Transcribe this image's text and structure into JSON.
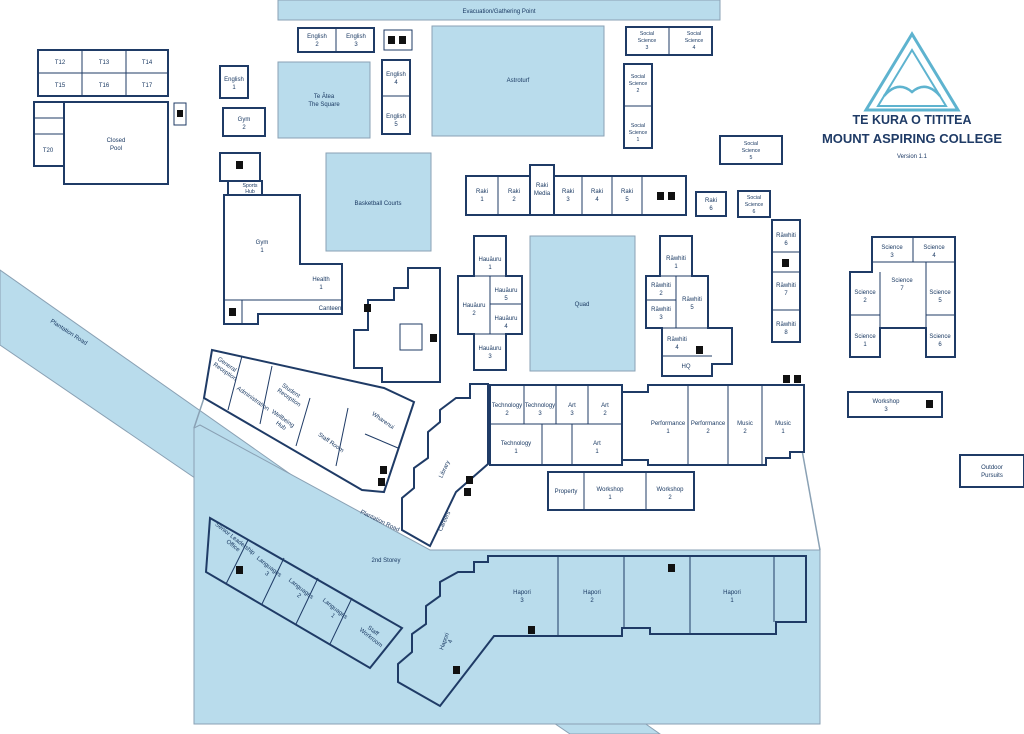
{
  "labels": {
    "evac": "Evacuation/Gathering Point",
    "t12": "T12",
    "t13": "T13",
    "t14": "T14",
    "t15": "T15",
    "t16": "T16",
    "t17": "T17",
    "t20": "T20",
    "closed_pool": [
      "Closed",
      "Pool"
    ],
    "english1": [
      "English",
      "1"
    ],
    "english2": [
      "English",
      "2"
    ],
    "english3": [
      "English",
      "3"
    ],
    "english4": [
      "English",
      "4"
    ],
    "english5": [
      "English",
      "5"
    ],
    "gym2": [
      "Gym",
      "2"
    ],
    "gym1": [
      "Gym",
      "1"
    ],
    "te_atea": [
      "Te Ātea",
      "The Square"
    ],
    "astroturf": "Astroturf",
    "basketball": "Basketball Courts",
    "sports_hub": [
      "Sports",
      "Hub"
    ],
    "health1": [
      "Health",
      "1"
    ],
    "canteen": "Canteen",
    "ss3": [
      "Social",
      "Science",
      "3"
    ],
    "ss4": [
      "Social",
      "Science",
      "4"
    ],
    "ss2": [
      "Social",
      "Science",
      "2"
    ],
    "ss1": [
      "Social",
      "Science",
      "1"
    ],
    "ss5": [
      "Social",
      "Science",
      "5"
    ],
    "ss6": [
      "Social",
      "Science",
      "6"
    ],
    "raki1": [
      "Raki",
      "1"
    ],
    "raki2": [
      "Raki",
      "2"
    ],
    "raki_media": [
      "Raki",
      "Media"
    ],
    "raki3": [
      "Raki",
      "3"
    ],
    "raki4": [
      "Raki",
      "4"
    ],
    "raki5": [
      "Raki",
      "5"
    ],
    "raki6": [
      "Raki",
      "6"
    ],
    "hauauru1": [
      "Hauāuru",
      "1"
    ],
    "hauauru2": [
      "Hauāuru",
      "2"
    ],
    "hauauru3": [
      "Hauāuru",
      "3"
    ],
    "hauauru4": [
      "Hauāuru",
      "4"
    ],
    "hauauru5": [
      "Hauāuru",
      "5"
    ],
    "quad": "Quad",
    "rawhiti1": [
      "Rāwhiti",
      "1"
    ],
    "rawhiti2": [
      "Rāwhiti",
      "2"
    ],
    "rawhiti3": [
      "Rāwhiti",
      "3"
    ],
    "rawhiti4": [
      "Rāwhiti",
      "4"
    ],
    "rawhiti5": [
      "Rāwhiti",
      "5"
    ],
    "rawhiti6": [
      "Rāwhiti",
      "6"
    ],
    "rawhiti7": [
      "Rāwhiti",
      "7"
    ],
    "rawhiti8": [
      "Rāwhiti",
      "8"
    ],
    "hq": "HQ",
    "sci1": [
      "Science",
      "1"
    ],
    "sci2": [
      "Science",
      "2"
    ],
    "sci3": [
      "Science",
      "3"
    ],
    "sci4": [
      "Science",
      "4"
    ],
    "sci5": [
      "Science",
      "5"
    ],
    "sci6": [
      "Science",
      "6"
    ],
    "sci7": [
      "Science",
      "7"
    ],
    "workshop3": [
      "Workshop",
      "3"
    ],
    "workshop1": [
      "Workshop",
      "1"
    ],
    "workshop2": [
      "Workshop",
      "2"
    ],
    "outdoor": [
      "Outdoor",
      "Pursuits"
    ],
    "plantation_road": "Plantation Road",
    "general_reception": [
      "General",
      "Reception"
    ],
    "student_reception": [
      "Student",
      "Reception"
    ],
    "administration": "Administration",
    "wellbeing": [
      "Wellbeing",
      "Hub"
    ],
    "staff_room": "Staff Room",
    "wharenui": "Wharenui",
    "library": "Library",
    "careers": "Careers",
    "tech2": [
      "Technology",
      "2"
    ],
    "tech3": [
      "Technology",
      "3"
    ],
    "tech1": [
      "Technology",
      "1"
    ],
    "art3": [
      "Art",
      "3"
    ],
    "art2": [
      "Art",
      "2"
    ],
    "art1": [
      "Art",
      "1"
    ],
    "perf1": [
      "Performance",
      "1"
    ],
    "perf2": [
      "Performance",
      "2"
    ],
    "music2": [
      "Music",
      "2"
    ],
    "music1": [
      "Music",
      "1"
    ],
    "property": "Property",
    "second_storey": "2nd Storey",
    "slo": [
      "Senior Leadership",
      "Office"
    ],
    "lang3": [
      "Languages",
      "3"
    ],
    "lang2": [
      "Languages",
      "2"
    ],
    "lang1": [
      "Languages",
      "1"
    ],
    "staff_workroom": [
      "Staff",
      "Workroom"
    ],
    "hapori1": [
      "Hapori",
      "1"
    ],
    "hapori2": [
      "Hapori",
      "2"
    ],
    "hapori3": [
      "Hapori",
      "3"
    ],
    "hapori4": [
      "Hapori",
      "4"
    ]
  },
  "logo": {
    "line1": "TE KURA O TITITEA",
    "line2": "MOUNT ASPIRING COLLEGE",
    "version": "Version 1.1",
    "color": "#5eb3cf"
  },
  "colors": {
    "building_stroke": "#1f3b66",
    "field": "#b9dcec",
    "text": "#1b3a63"
  }
}
